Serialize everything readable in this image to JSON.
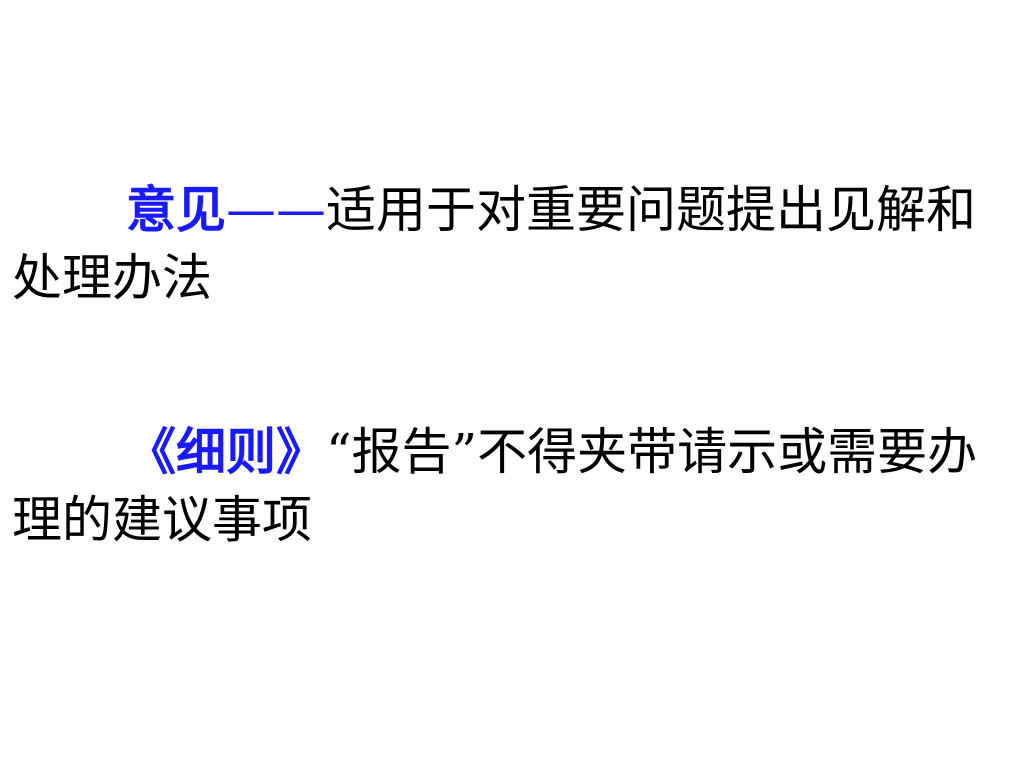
{
  "slide": {
    "paragraph_1": {
      "term": "意见",
      "separator": "——",
      "text": "适用于对重要问题提出见解和处理办法"
    },
    "paragraph_2": {
      "term": "《细则》",
      "text": "“报告”不得夹带请示或需要办理的建议事项"
    }
  },
  "colors": {
    "term": "#1a1aff",
    "body_text": "#000000",
    "background": "#ffffff"
  }
}
